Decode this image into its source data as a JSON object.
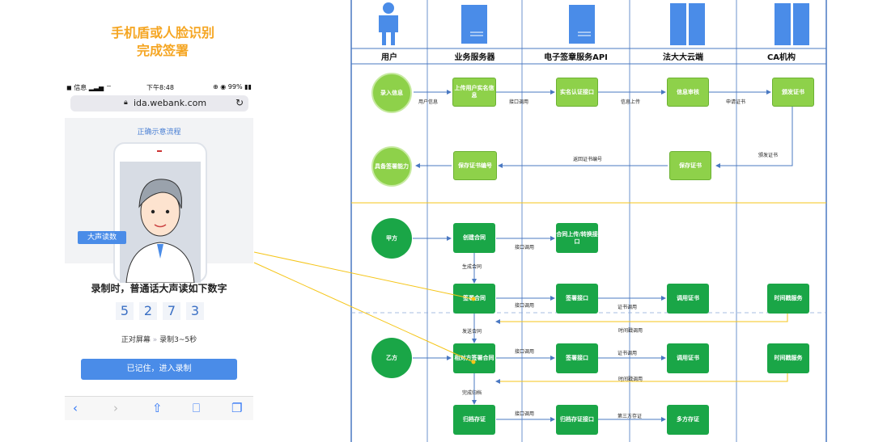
{
  "left": {
    "title_line1": "手机盾或人脸识别",
    "title_line2": "完成签署"
  },
  "phone": {
    "status_left": "信息",
    "status_time": "下午8:48",
    "status_battery": "99%",
    "url": "ida.webank.com",
    "demo_label": "正确示意流程",
    "speech_label": "大声读数",
    "read_title": "录制时，普通话大声读如下数字",
    "digits": [
      "5",
      "2",
      "7",
      "3"
    ],
    "hint_a": "正对屏幕",
    "hint_sep": "»",
    "hint_b": "录制3~5秒",
    "button": "已记住，进入录制"
  },
  "lanes": [
    "用户",
    "业务服务器",
    "电子签章服务API",
    "法大大云端",
    "CA机构"
  ],
  "nodes": {
    "n1": "录入信息",
    "n2": "上传用户实名信息",
    "n3": "实名认证接口",
    "n4": "信息审核",
    "n5": "颁发证书",
    "n6": "保存证书",
    "n7": "保存证书编号",
    "n8": "具备签署能力",
    "n9": "甲方",
    "n10": "创建合同",
    "n11": "合同上传/转换接口",
    "n12": "签署合同",
    "n13": "签署接口",
    "n14": "调用证书",
    "n15": "时间戳服务",
    "n16": "乙方",
    "n17": "相对方签署合同",
    "n18": "签署接口",
    "n19": "调用证书",
    "n20": "时间戳服务",
    "n21": "归档存证",
    "n22": "归档存证接口",
    "n23": "多方存证"
  },
  "labels": {
    "l1": "用户信息",
    "l2": "接口调用",
    "l3": "信息上传",
    "l4": "申请证书",
    "l5": "颁发证书",
    "l6": "返回证书编号",
    "l7": "接口调用",
    "l8": "生成合同",
    "l9": "接口调用",
    "l10": "证书调用",
    "l11": "时间戳调用",
    "l12": "发送合同",
    "l13": "接口调用",
    "l14": "证书调用",
    "l15": "时间戳调用",
    "l16": "完成归档",
    "l17": "接口调用",
    "l18": "第三方存证"
  },
  "colors": {
    "accent_orange": "#f5a623",
    "light_green": "#8ed14a",
    "dark_green": "#1aa647",
    "blue_button": "#4a8ce8",
    "connector_yellow": "#f5c518"
  }
}
